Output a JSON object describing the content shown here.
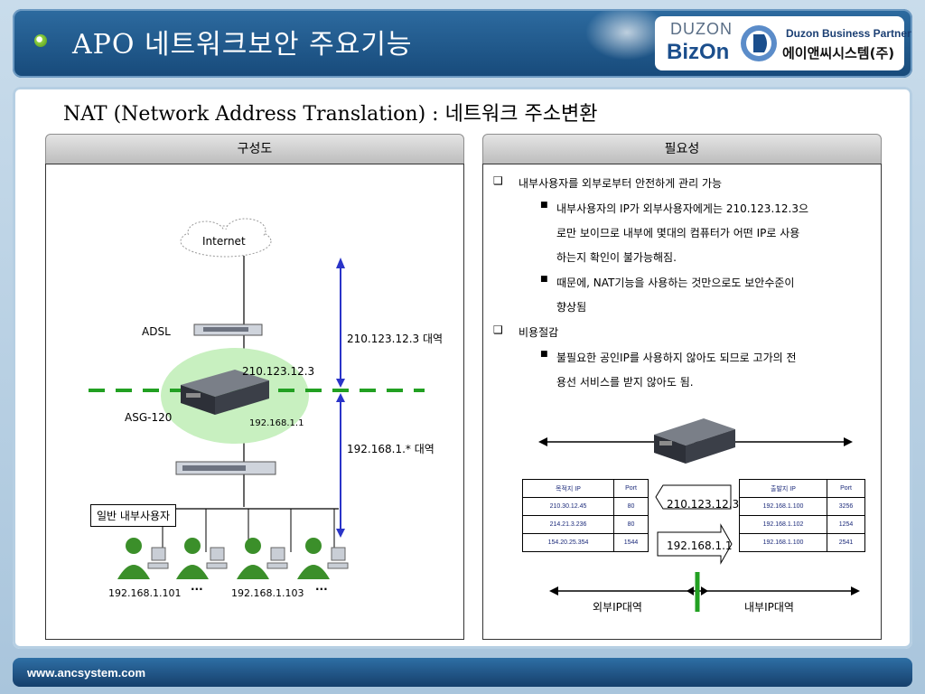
{
  "header": {
    "title": "APO 네트워크보안 주요기능"
  },
  "logo": {
    "duzon": "DUZON",
    "bizon": "BizOn",
    "partner": "Duzon Business Partner",
    "company": "에이앤씨시스템(주)"
  },
  "subtitle": "NAT (Network Address Translation) : 네트워크 주소변환",
  "left_panel": {
    "title": "구성도",
    "internet": "Internet",
    "adsl": "ADSL",
    "asg": "ASG-120",
    "wan_ip": "210.123.12.3",
    "lan_ip": "192.168.1.1",
    "wan_range": "210.123.12.3 대역",
    "lan_range": "192.168.1.* 대역",
    "user_label": "일반 내부사용자",
    "pc1_ip": "192.168.1.101",
    "pc2_ip": "192.168.1.103",
    "dots": "···"
  },
  "right_panel": {
    "title": "필요성",
    "item1": "내부사용자를 외부로부터 안전하게 관리 가능",
    "item1_sub1": [
      "내부사용자의 IP가 외부사용자에게는 210.123.12.3으",
      "로만 보이므로 내부에 몇대의 컴퓨터가 어떤 IP로 사용",
      "하는지 확인이 불가능해짐."
    ],
    "item1_sub2": [
      "때문에, NAT기능을 사용하는 것만으로도 보안수준이",
      "향상됨"
    ],
    "item2": "비용절감",
    "item2_sub1": [
      "불필요한 공인IP를 사용하지 않아도 되므로 고가의 전",
      "용선 서비스를 받지 않아도 됨."
    ],
    "left_table": {
      "headers": [
        "목적지 IP",
        "Port"
      ],
      "rows": [
        [
          "210.30.12.45",
          "80"
        ],
        [
          "214.21.3.236",
          "80"
        ],
        [
          "154.20.25.354",
          "1544"
        ]
      ]
    },
    "right_table": {
      "headers": [
        "출발지 IP",
        "Port"
      ],
      "rows": [
        [
          "192.168.1.100",
          "3256"
        ],
        [
          "192.168.1.102",
          "1254"
        ],
        [
          "192.168.1.100",
          "2541"
        ]
      ]
    },
    "arrow_left_label": "210.123.12.3",
    "arrow_right_label": "192.168.1.1",
    "external_label": "외부IP대역",
    "internal_label": "내부IP대역"
  },
  "footer": {
    "url": "www.ancsystem.com"
  },
  "colors": {
    "header_blue": "#1b4e8c",
    "accent_green": "#22a022",
    "arrow_blue": "#2a34c8"
  }
}
